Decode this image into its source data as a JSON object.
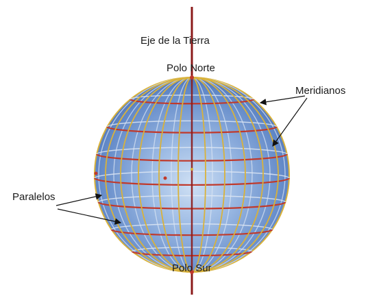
{
  "labels": {
    "axis": "Eje de la Tierra",
    "north_pole": "Polo Norte",
    "south_pole": "Polo Sur",
    "meridians": "Meridianos",
    "parallels": "Paralelos"
  },
  "colors": {
    "axis": "#8b1a1a",
    "sphere_light": "#b9d2ee",
    "sphere_mid": "#6f96cf",
    "sphere_dark": "#3d5c9c",
    "meridian": "#d9b23a",
    "meridian_back": "#dbe6f4",
    "parallel": "#c0392b",
    "parallel_back": "#e3ebf5",
    "rim": "#d9b23a",
    "arrow": "#111111"
  }
}
